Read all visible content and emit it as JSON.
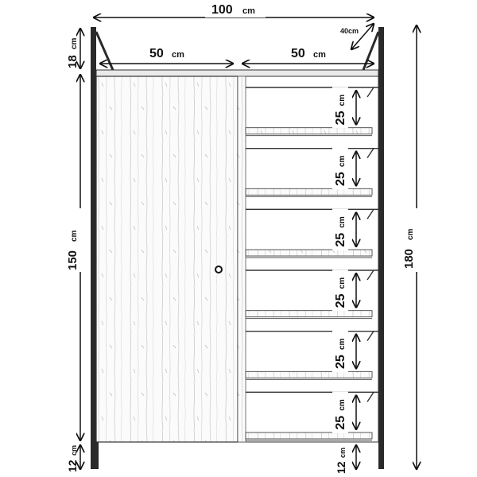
{
  "diagram": {
    "dimensions": {
      "total_width": {
        "value": "100",
        "unit": "cm"
      },
      "depth": {
        "value": "40cm"
      },
      "door_width": {
        "value": "50",
        "unit": "cm"
      },
      "shelf_width": {
        "value": "50",
        "unit": "cm"
      },
      "top_height": {
        "value": "18",
        "unit": "cm"
      },
      "body_height": {
        "value": "150",
        "unit": "cm"
      },
      "leg_height_left": {
        "value": "12",
        "unit": "cm"
      },
      "total_height": {
        "value": "180",
        "unit": "cm"
      },
      "shelf_gaps": [
        "25",
        "25",
        "25",
        "25",
        "25",
        "25"
      ],
      "shelf_gap_unit": "cm",
      "leg_height_right": {
        "value": "12",
        "unit": "cm"
      }
    }
  }
}
